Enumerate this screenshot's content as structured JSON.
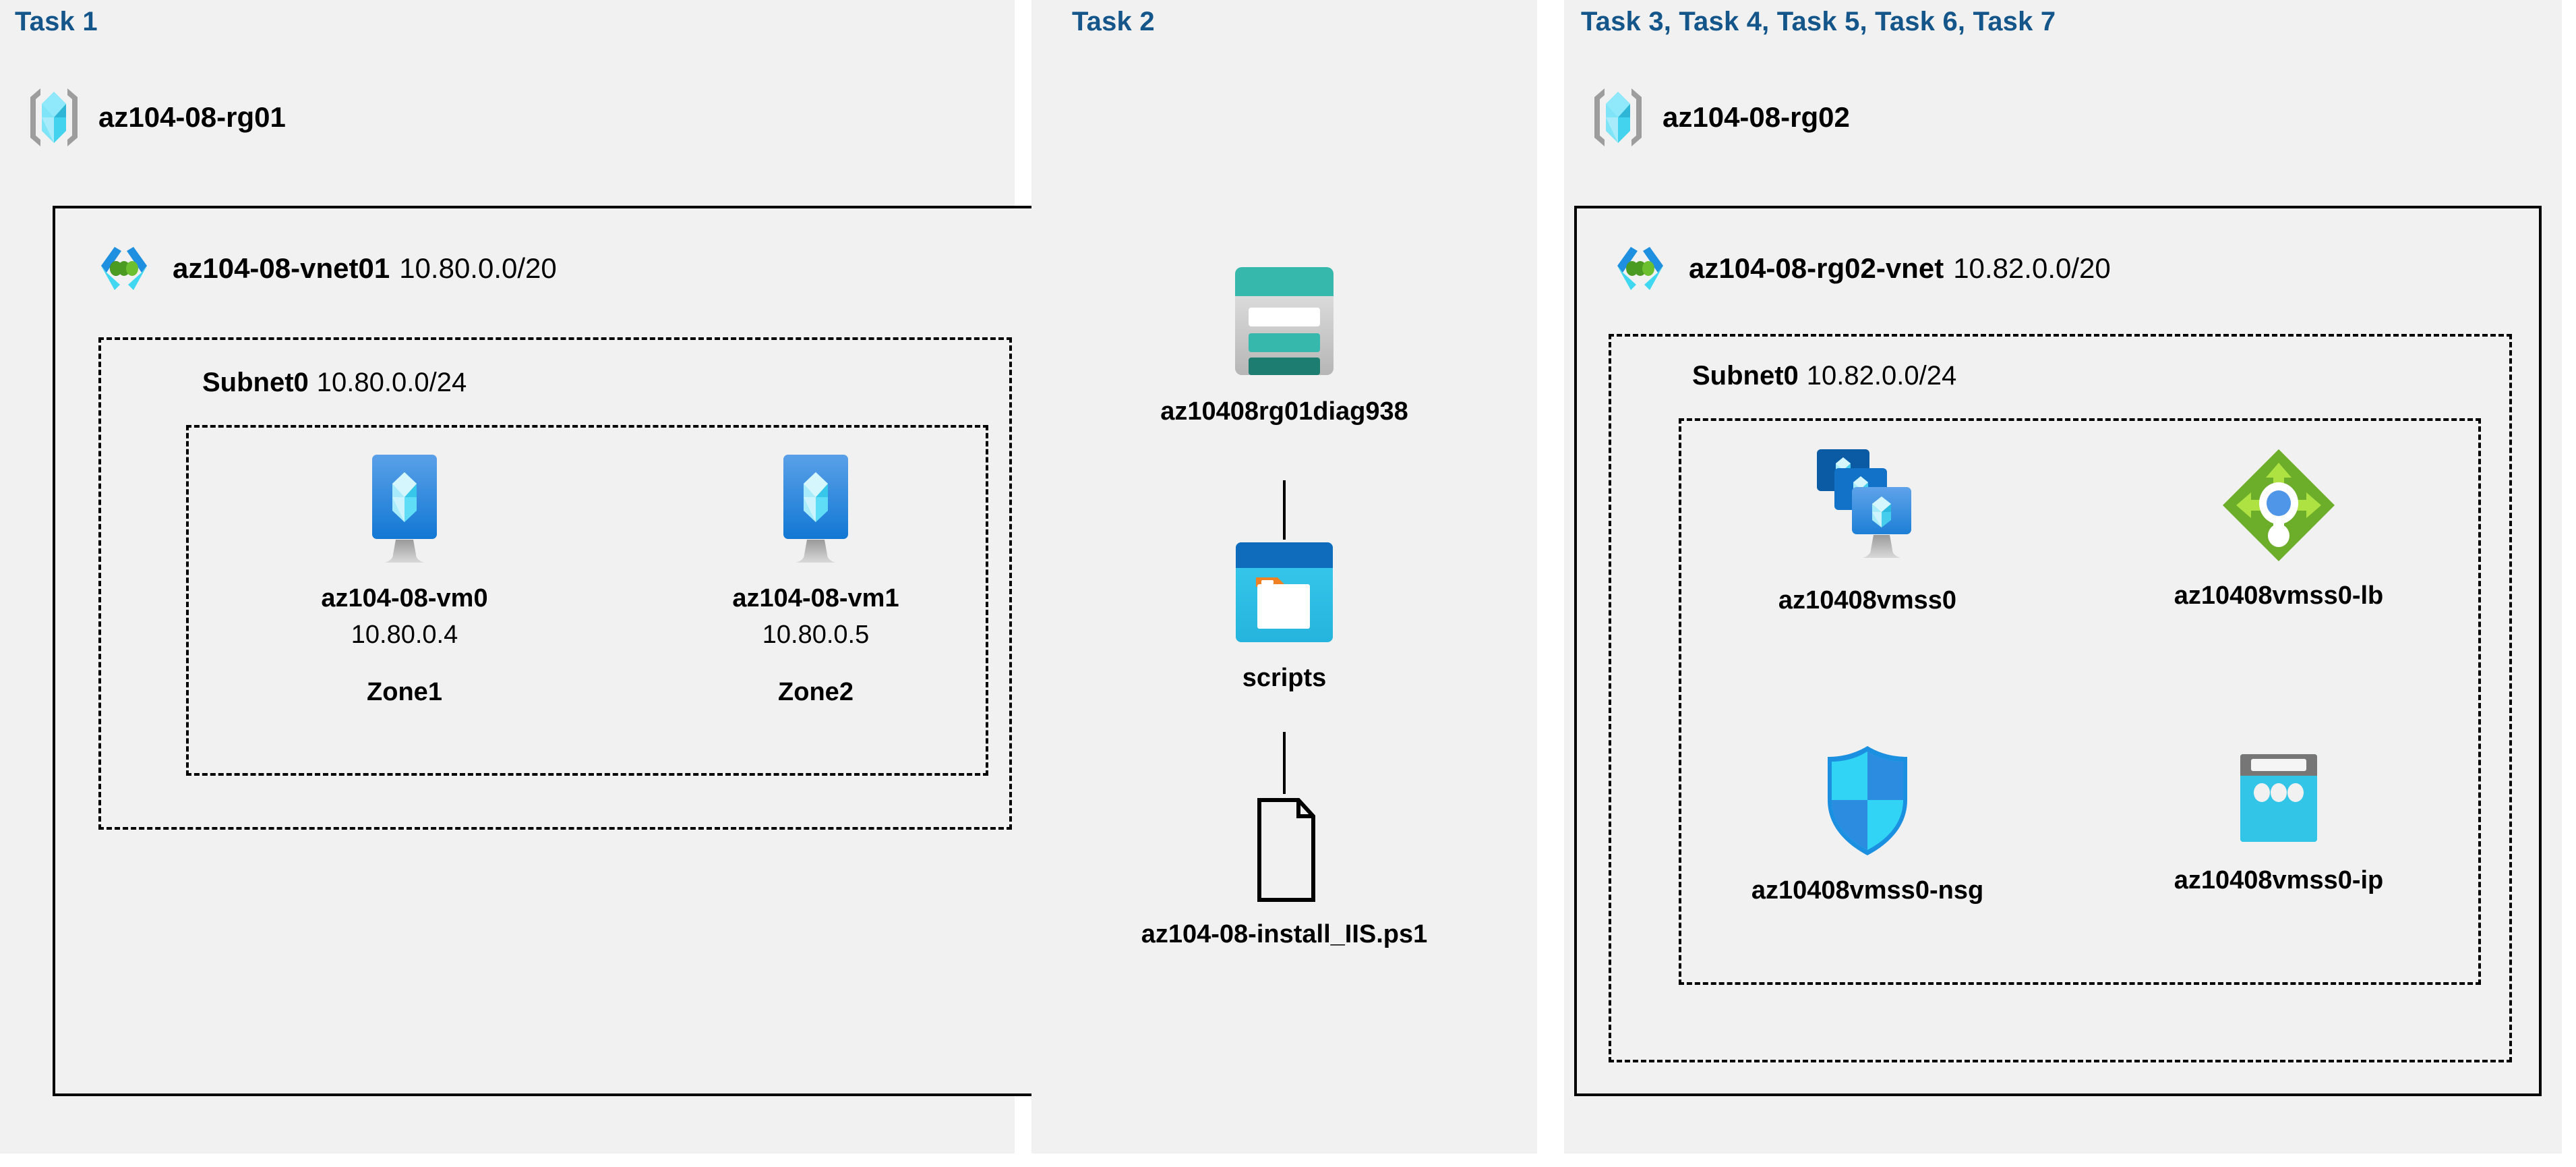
{
  "panels": [
    {
      "id": "task1",
      "title": "Task 1"
    },
    {
      "id": "task2",
      "title": "Task 2"
    },
    {
      "id": "task3",
      "title": "Task 3, Task 4, Task 5, Task 6, Task 7"
    }
  ],
  "colors": {
    "task_title": "#14558a",
    "panel_bg": "#f1f1f1",
    "border": "#000000",
    "vm_blue": "#3f8fe0",
    "storage_teal": "#36b9ac",
    "storage_teal_dark": "#1d7d71",
    "container_blue": "#0f6cbd",
    "container_cyan": "#32c5e8",
    "container_orange": "#f08122",
    "lb_green": "#6cae2a",
    "lb_green_light": "#9ed633",
    "lb_blue_dot": "#4f95e8",
    "nsg_cyan": "#32d4f5",
    "nsg_blue": "#2b8ce0",
    "ip_cyan": "#32c5e8",
    "ip_gray": "#767676",
    "rg_bracket_gray": "#9d9d9d",
    "rg_cube_cyan": "#3fd8f0"
  },
  "left": {
    "resource_group": {
      "name": "az104-08-rg01",
      "icon": "resource-group-icon"
    },
    "vnet": {
      "name": "az104-08-vnet01",
      "cidr": "10.80.0.0/20",
      "icon": "virtual-network-icon"
    },
    "subnet": {
      "name": "Subnet0",
      "cidr": "10.80.0.0/24"
    },
    "vms": [
      {
        "name": "az104-08-vm0",
        "ip": "10.80.0.4",
        "zone": "Zone1",
        "icon": "virtual-machine-icon"
      },
      {
        "name": "az104-08-vm1",
        "ip": "10.80.0.5",
        "zone": "Zone2",
        "icon": "virtual-machine-icon"
      }
    ]
  },
  "middle": {
    "storage_account": {
      "name": "az10408rg01diag938",
      "icon": "storage-account-icon"
    },
    "container": {
      "name": "scripts",
      "icon": "blob-container-icon"
    },
    "file": {
      "name": "az104-08-install_IIS.ps1",
      "icon": "script-file-icon"
    }
  },
  "right": {
    "resource_group": {
      "name": "az104-08-rg02",
      "icon": "resource-group-icon"
    },
    "vnet": {
      "name": "az104-08-rg02-vnet",
      "cidr": "10.82.0.0/20",
      "icon": "virtual-network-icon"
    },
    "subnet": {
      "name": "Subnet0",
      "cidr": "10.82.0.0/24"
    },
    "resources": [
      {
        "name": "az10408vmss0",
        "icon": "vm-scale-set-icon"
      },
      {
        "name": "az10408vmss0-lb",
        "icon": "load-balancer-icon"
      },
      {
        "name": "az10408vmss0-nsg",
        "icon": "network-security-group-icon"
      },
      {
        "name": "az10408vmss0-ip",
        "icon": "public-ip-address-icon"
      }
    ]
  }
}
